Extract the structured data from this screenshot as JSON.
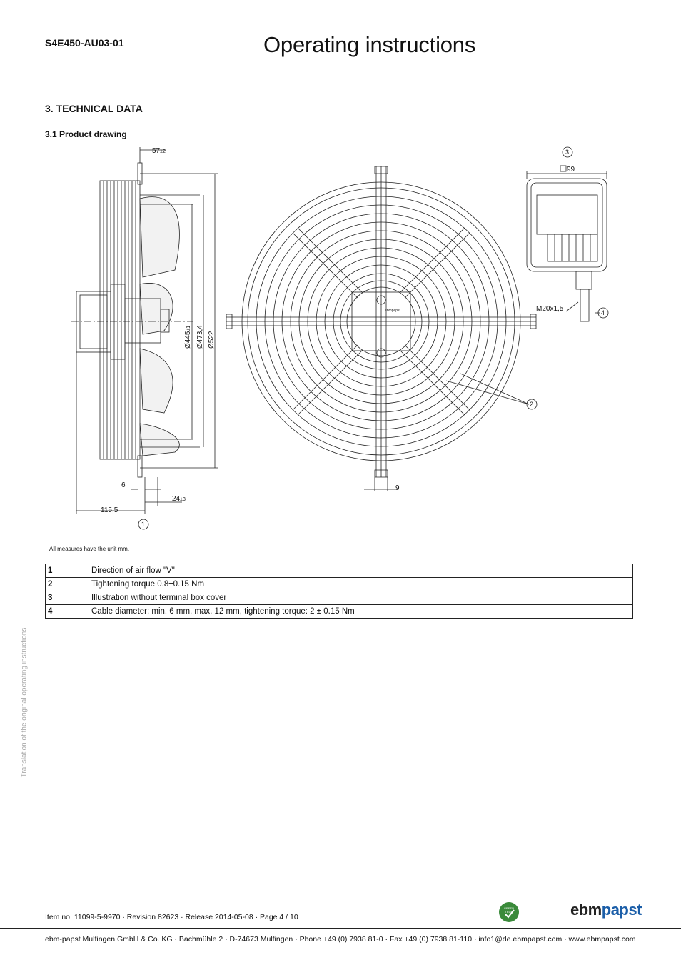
{
  "header": {
    "product_code": "S4E450-AU03-01",
    "title": "Operating instructions"
  },
  "section": {
    "heading": "3. TECHNICAL DATA",
    "subheading": "3.1 Product drawing"
  },
  "drawing": {
    "dim_57": "57",
    "dim_57_tol": "±2",
    "dim_445": "Ø445",
    "dim_445_tol": "±1",
    "dim_473": "Ø473,4",
    "dim_522": "Ø522",
    "dim_6": "6",
    "dim_24": "24",
    "dim_24_tol": "±3",
    "dim_115": "115,5",
    "dim_9": "9",
    "dim_99": "99",
    "thread": "M20x1,5",
    "callout_1": "1",
    "callout_2": "2",
    "callout_3": "3",
    "callout_4": "4",
    "logo_text": "ebmpapst"
  },
  "unit_note": "All measures have the unit mm.",
  "legend": [
    {
      "num": "1",
      "text": "Direction of air flow \"V\""
    },
    {
      "num": "2",
      "text": "Tightening torque 0.8±0.15 Nm"
    },
    {
      "num": "3",
      "text": "Illustration without terminal box cover"
    },
    {
      "num": "4",
      "text": "Cable diameter: min. 6 mm, max. 12 mm, tightening torque: 2 ± 0.15 Nm"
    }
  ],
  "side_note": "Translation of the original operating instructions",
  "footer": {
    "release_line": "Item no. 11099-5-9970 · Revision 82623 · Release 2014-05-08 · Page 4 / 10",
    "company_line": "ebm-papst Mulfingen GmbH & Co. KG · Bachmühle 2 · D-74673 Mulfingen · Phone +49 (0) 7938 81-0 · Fax +49 (0) 7938 81-110 · info1@de.ebmpapst.com · www.ebmpapst.com",
    "green_badge_line1": "GREEN",
    "green_badge_line2": "TECH",
    "brand_part1": "ebm",
    "brand_part2": "papst"
  },
  "colors": {
    "brand_blue": "#1b5ea8",
    "green_badge": "#3a8a3a"
  }
}
